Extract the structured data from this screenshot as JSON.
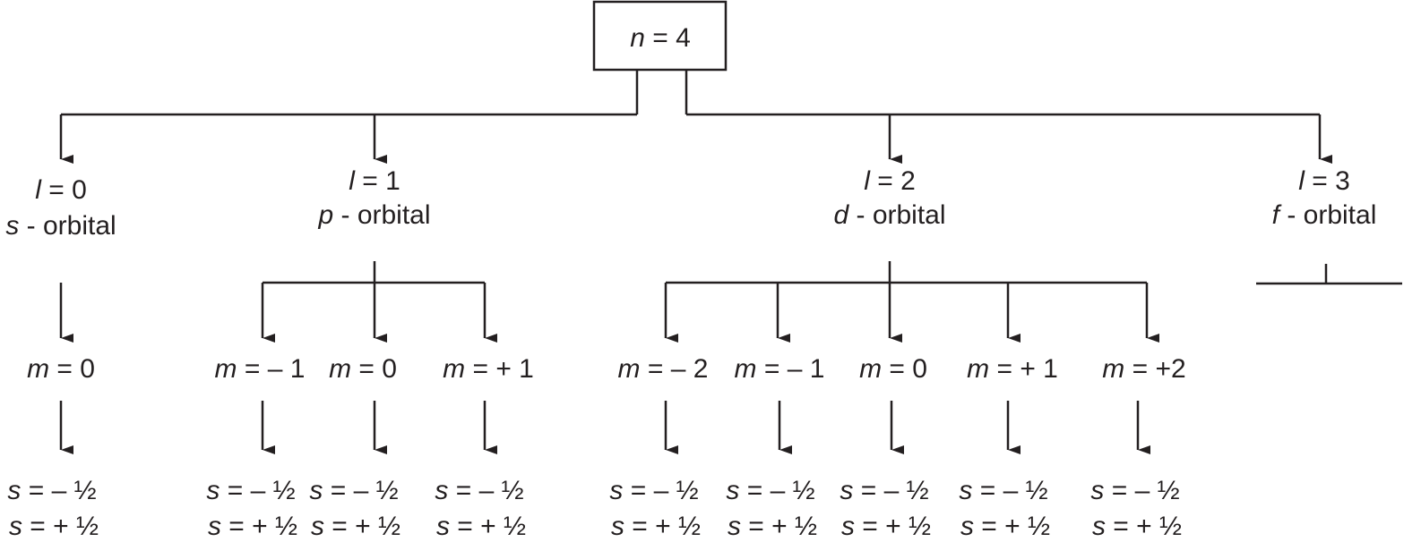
{
  "root": {
    "var": "n",
    "rest": " = 4"
  },
  "subshells": [
    {
      "l": {
        "var": "l",
        "rest": " = 0"
      },
      "orbital": {
        "var": "s",
        "rest": " - orbital"
      },
      "m": [
        {
          "var": "m",
          "rest": " = 0"
        }
      ]
    },
    {
      "l": {
        "var": "l",
        "rest": " = 1"
      },
      "orbital": {
        "var": "p",
        "rest": " - orbital"
      },
      "m": [
        {
          "var": "m",
          "rest": " = – 1"
        },
        {
          "var": "m",
          "rest": " = 0"
        },
        {
          "var": "m",
          "rest": " = + 1"
        }
      ]
    },
    {
      "l": {
        "var": "l",
        "rest": " = 2"
      },
      "orbital": {
        "var": "d",
        "rest": " - orbital"
      },
      "m": [
        {
          "var": "m",
          "rest": " = – 2"
        },
        {
          "var": "m",
          "rest": " = – 1"
        },
        {
          "var": "m",
          "rest": " = 0"
        },
        {
          "var": "m",
          "rest": " = + 1"
        },
        {
          "var": "m",
          "rest": " = +2"
        }
      ]
    },
    {
      "l": {
        "var": "l",
        "rest": " = 3"
      },
      "orbital": {
        "var": "f",
        "rest": " - orbital"
      },
      "m": []
    }
  ],
  "spin": {
    "minus": {
      "var": "s",
      "rest": " = – ½"
    },
    "plus": {
      "var": "s",
      "rest": " = + ½"
    }
  }
}
